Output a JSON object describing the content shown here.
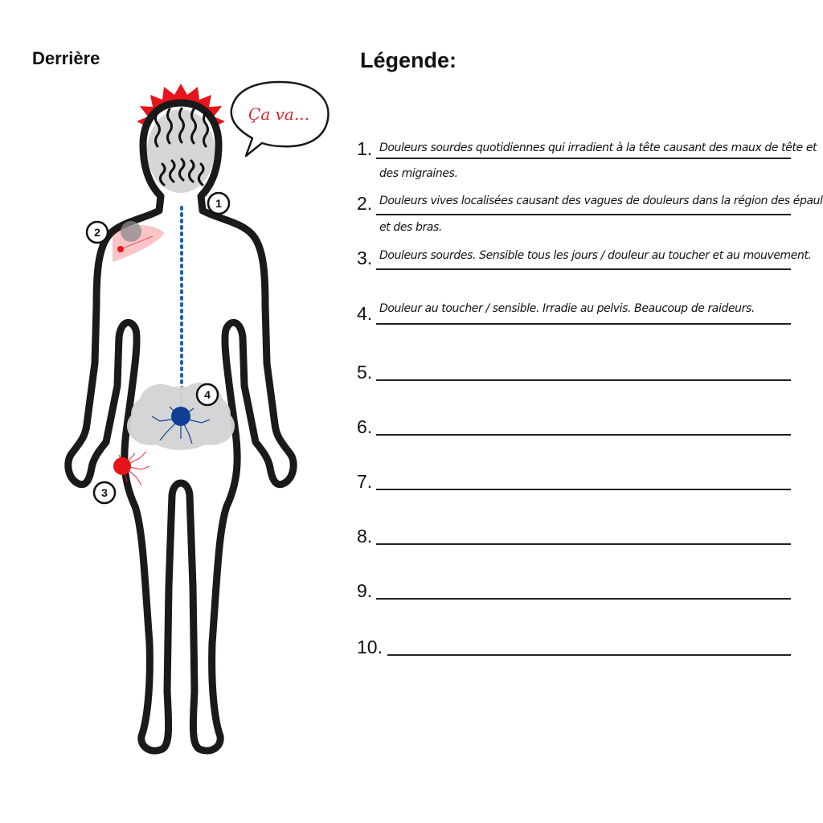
{
  "view_title": "Derrière",
  "legend_title": "Légende:",
  "speech_bubble": "Ça va...",
  "markers": [
    "1",
    "2",
    "3",
    "4"
  ],
  "legend_items": [
    {
      "number": "1.",
      "line1": "Douleurs sourdes quotidiennes qui irradient à la tête causant des maux de tête et",
      "line2": "des migraines."
    },
    {
      "number": "2.",
      "line1": "Douleurs vives localisées causant des vagues de douleurs dans la région des épaules",
      "line2": "et des bras."
    },
    {
      "number": "3.",
      "line1": "Douleurs sourdes. Sensible tous les jours / douleur au toucher et au mouvement.",
      "line2": ""
    },
    {
      "number": "4.",
      "line1": "Douleur au toucher / sensible. Irradie au pelvis. Beaucoup de raideurs.",
      "line2": ""
    },
    {
      "number": "5.",
      "line1": "",
      "line2": ""
    },
    {
      "number": "6.",
      "line1": "",
      "line2": ""
    },
    {
      "number": "7.",
      "line1": "",
      "line2": ""
    },
    {
      "number": "8.",
      "line1": "",
      "line2": ""
    },
    {
      "number": "9.",
      "line1": "",
      "line2": ""
    },
    {
      "number": "10.",
      "line1": "",
      "line2": ""
    }
  ],
  "colors": {
    "outline": "#1a1a1a",
    "pain_red": "#e8141c",
    "bubble_red": "#d9252b",
    "spine_blue": "#1f5fb8",
    "dark_blue": "#103f94",
    "cloud_gray": "#d3d3d3",
    "face_gray": "#d6d6d6"
  },
  "icons": [
    "headache-burst-icon",
    "speech-bubble-icon",
    "shoulder-pain-icon",
    "hand-pain-icon",
    "pelvis-pain-cloud-icon",
    "spine-dotted-line-icon"
  ]
}
